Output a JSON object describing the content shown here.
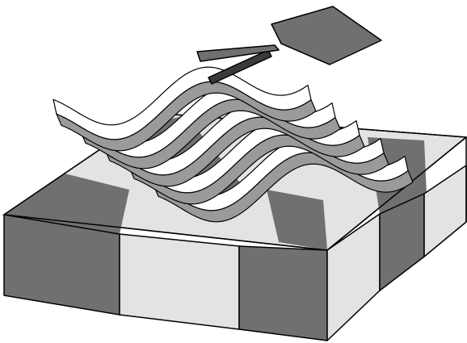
{
  "colors": {
    "background": "#ffffff",
    "dark_stripe": "#707070",
    "light_stripe": "#e3e3e3",
    "ribbon": "#ffffff",
    "ribbon_shadow": "#9a9a9a",
    "paddle": "#707070",
    "paddle_shadow": "#3a3a3a",
    "outline": "#000000"
  },
  "icons": [
    "striped-block",
    "wavy-ribbon",
    "paddle"
  ]
}
